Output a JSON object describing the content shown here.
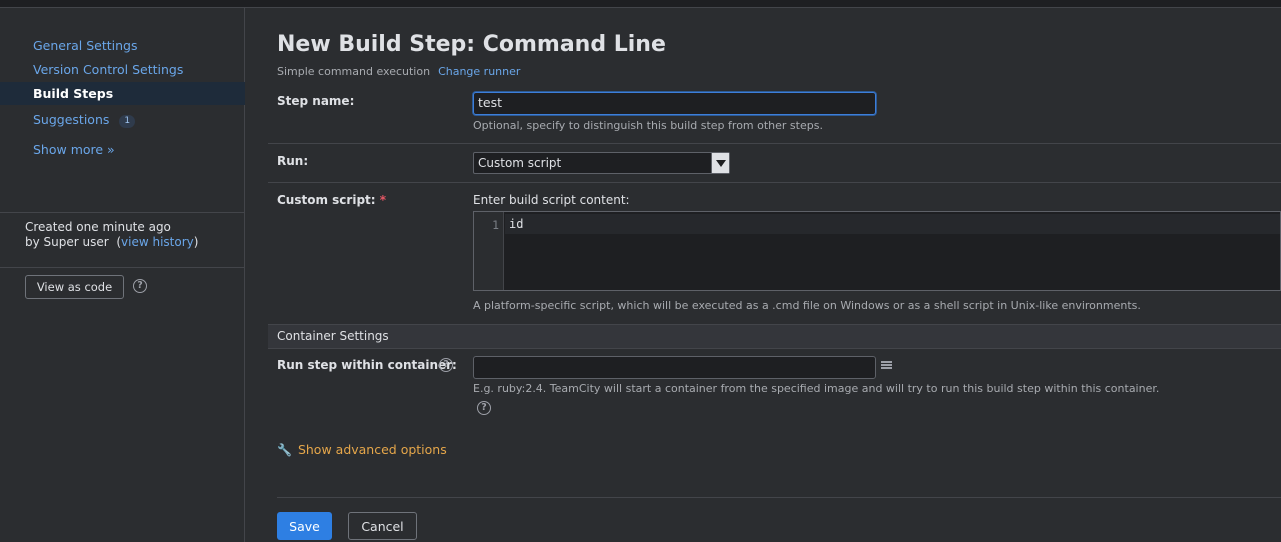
{
  "sidebar": {
    "items": [
      {
        "label": "General Settings"
      },
      {
        "label": "Version Control Settings"
      },
      {
        "label": "Build Steps"
      },
      {
        "label": "Suggestions",
        "badge": "1"
      }
    ],
    "show_more": "Show more »",
    "created_line1": "Created one minute ago",
    "created_by": "by Super user",
    "view_history_open": "(",
    "view_history": "view history",
    "view_history_close": ")",
    "view_as_code": "View as code",
    "help_glyph": "?"
  },
  "main": {
    "title": "New Build Step: Command Line",
    "subtitle": "Simple command execution",
    "change_runner": "Change runner",
    "step_name": {
      "label": "Step name:",
      "value": "test",
      "hint": "Optional, specify to distinguish this build step from other steps."
    },
    "run": {
      "label": "Run:",
      "selected": "Custom script"
    },
    "custom_script": {
      "label": "Custom script:",
      "required_mark": "*",
      "editor_label": "Enter build script content:",
      "line_number": "1",
      "code": "id",
      "hint": "A platform-specific script, which will be executed as a .cmd file on Windows or as a shell script in Unix-like environments."
    },
    "container": {
      "section_title": "Container Settings",
      "label": "Run step within container:",
      "value": "",
      "hint": "E.g. ruby:2.4. TeamCity will start a container from the specified image and will try to run this build step within this container."
    },
    "advanced": {
      "icon": "wrench-icon",
      "label": "Show advanced options"
    },
    "buttons": {
      "save": "Save",
      "cancel": "Cancel"
    }
  },
  "colors": {
    "link": "#6aa6e9",
    "primary_button": "#2e7fe3",
    "advanced": "#e5a64a",
    "required": "#e55765"
  }
}
